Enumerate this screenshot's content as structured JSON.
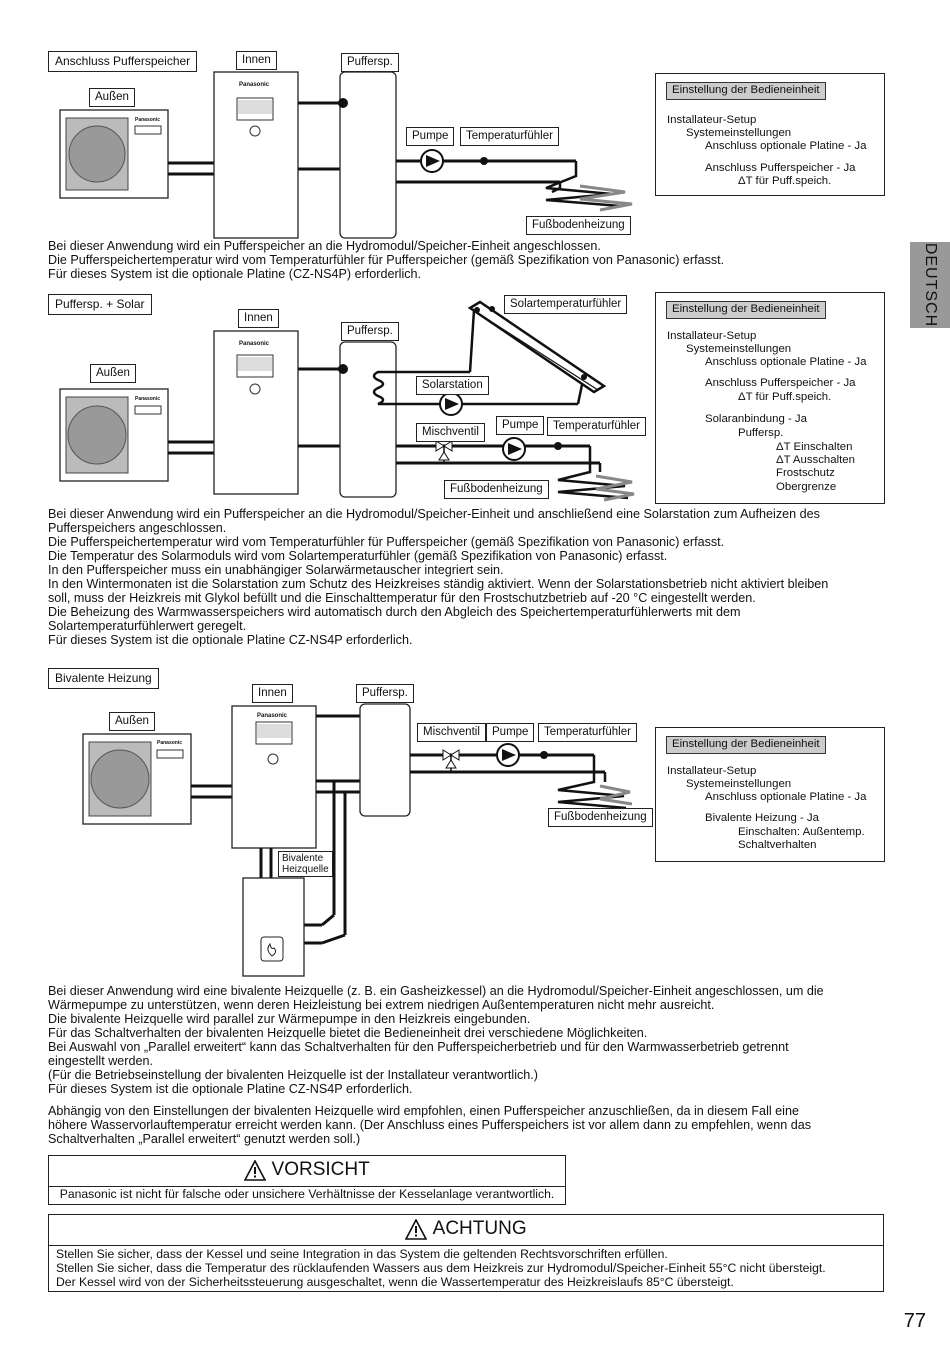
{
  "side_tab": "DEUTSCH",
  "page_number": "77",
  "panasonic_brand": "Panasonic",
  "diagram1": {
    "title": "Anschluss Pufferspeicher",
    "labels": {
      "innen": "Innen",
      "aussen": "Außen",
      "puffer": "Puffersp.",
      "pumpe": "Pumpe",
      "temp": "Temperaturfühler",
      "boden": "Fußbodenheizung"
    },
    "settings": {
      "head": "Einstellung der Bedieneinheit",
      "lines": [
        "Installateur-Setup",
        "Systemeinstellungen",
        "Anschluss optionale Platine - Ja",
        "Anschluss Pufferspeicher - Ja",
        "ΔT für Puff.speich."
      ]
    },
    "text": [
      "Bei dieser Anwendung wird ein Pufferspeicher an die Hydromodul/Speicher-Einheit angeschlossen.",
      "Die Pufferspeichertemperatur wird vom Temperaturfühler für Pufferspeicher (gemäß Spezifikation von Panasonic) erfasst.",
      "Für dieses System ist die optionale Platine (CZ-NS4P) erforderlich."
    ]
  },
  "diagram2": {
    "title": "Puffersp. + Solar",
    "labels": {
      "innen": "Innen",
      "aussen": "Außen",
      "puffer": "Puffersp.",
      "solartemp": "Solartemperaturfühler",
      "solarstation": "Solarstation",
      "pumpe": "Pumpe",
      "temp": "Temperaturfühler",
      "misch": "Mischventil",
      "boden": "Fußbodenheizung"
    },
    "settings": {
      "head": "Einstellung der Bedieneinheit",
      "lines": [
        "Installateur-Setup",
        "Systemeinstellungen",
        "Anschluss optionale Platine - Ja",
        "Anschluss Pufferspeicher - Ja",
        "ΔT für Puff.speich.",
        "Solaranbindung - Ja",
        "Puffersp.",
        "ΔT Einschalten",
        "ΔT Ausschalten",
        "Frostschutz",
        "Obergrenze"
      ]
    },
    "text": [
      "Bei dieser Anwendung wird ein Pufferspeicher an die Hydromodul/Speicher-Einheit und anschließend eine Solarstation zum Aufheizen des",
      "Pufferspeichers angeschlossen.",
      "Die Pufferspeichertemperatur wird vom Temperaturfühler für Pufferspeicher (gemäß Spezifikation von Panasonic) erfasst.",
      "Die Temperatur des Solarmoduls wird vom Solartemperaturfühler (gemäß Spezifikation von Panasonic) erfasst.",
      "In den Pufferspeicher muss ein unabhängiger Solarwärmetauscher integriert sein.",
      "In den Wintermonaten ist die Solarstation zum Schutz des Heizkreises ständig aktiviert. Wenn der Solarstationsbetrieb nicht aktiviert bleiben",
      "soll, muss der Heizkreis mit Glykol befüllt und die Einschalttemperatur für den Frostschutzbetrieb auf -20 °C eingestellt werden.",
      "Die Beheizung des Warmwasserspeichers wird automatisch durch den Abgleich des Speichertemperaturfühlerwerts mit dem",
      "Solartemperaturfühlerwert geregelt.",
      "Für dieses System ist die optionale Platine CZ-NS4P erforderlich."
    ]
  },
  "diagram3": {
    "title": "Bivalente Heizung",
    "labels": {
      "innen": "Innen",
      "aussen": "Außen",
      "puffer": "Puffersp.",
      "misch": "Mischventil",
      "pumpe": "Pumpe",
      "temp": "Temperaturfühler",
      "boden": "Fußbodenheizung",
      "bival1": "Bivalente",
      "bival2": "Heizquelle"
    },
    "settings": {
      "head": "Einstellung der Bedieneinheit",
      "lines": [
        "Installateur-Setup",
        "Systemeinstellungen",
        "Anschluss optionale Platine - Ja",
        "Bivalente Heizung - Ja",
        "Einschalten: Außentemp.",
        "Schaltverhalten"
      ]
    },
    "text": [
      "Bei dieser Anwendung wird eine bivalente Heizquelle (z. B. ein Gasheizkessel) an die Hydromodul/Speicher-Einheit angeschlossen, um die",
      "Wärmepumpe zu unterstützen, wenn deren Heizleistung bei extrem niedrigen Außentemperaturen nicht mehr ausreicht.",
      "Die bivalente Heizquelle wird parallel zur Wärmepumpe in den Heizkreis eingebunden.",
      "Für das Schaltverhalten der bivalenten Heizquelle bietet die Bedieneinheit drei verschiedene Möglichkeiten.",
      "Bei Auswahl von „Parallel erweitert“ kann das Schaltverhalten für den Pufferspeicherbetrieb und für den Warmwasserbetrieb getrennt",
      "eingestellt werden.",
      "(Für die Betriebseinstellung der bivalenten Heizquelle ist der Installateur verantwortlich.)",
      "Für dieses System ist die optionale Platine CZ-NS4P erforderlich."
    ],
    "text2": [
      "Abhängig von den Einstellungen der bivalenten Heizquelle wird empfohlen, einen Pufferspeicher anzuschließen, da in diesem Fall eine",
      "höhere Wasservorlauftemperatur erreicht werden kann. (Der Anschluss eines Pufferspeichers ist vor allem dann zu empfehlen, wenn das",
      "Schaltverhalten „Parallel erweitert“ genutzt werden soll.)"
    ]
  },
  "vorsicht": {
    "title": "VORSICHT",
    "text": "Panasonic ist nicht für falsche oder unsichere Verhältnisse der Kesselanlage verantwortlich."
  },
  "achtung": {
    "title": "ACHTUNG",
    "lines": [
      "Stellen Sie sicher, dass der Kessel und seine Integration in das System die geltenden Rechtsvorschriften erfüllen.",
      "Stellen Sie sicher, dass die Temperatur des rücklaufenden Wassers aus dem Heizkreis zur Hydromodul/Speicher-Einheit 55°C nicht übersteigt.",
      "Der Kessel wird von der Sicherheitssteuerung ausgeschaltet, wenn die Wassertemperatur des Heizkreislaufs 85°C übersteigt."
    ]
  }
}
